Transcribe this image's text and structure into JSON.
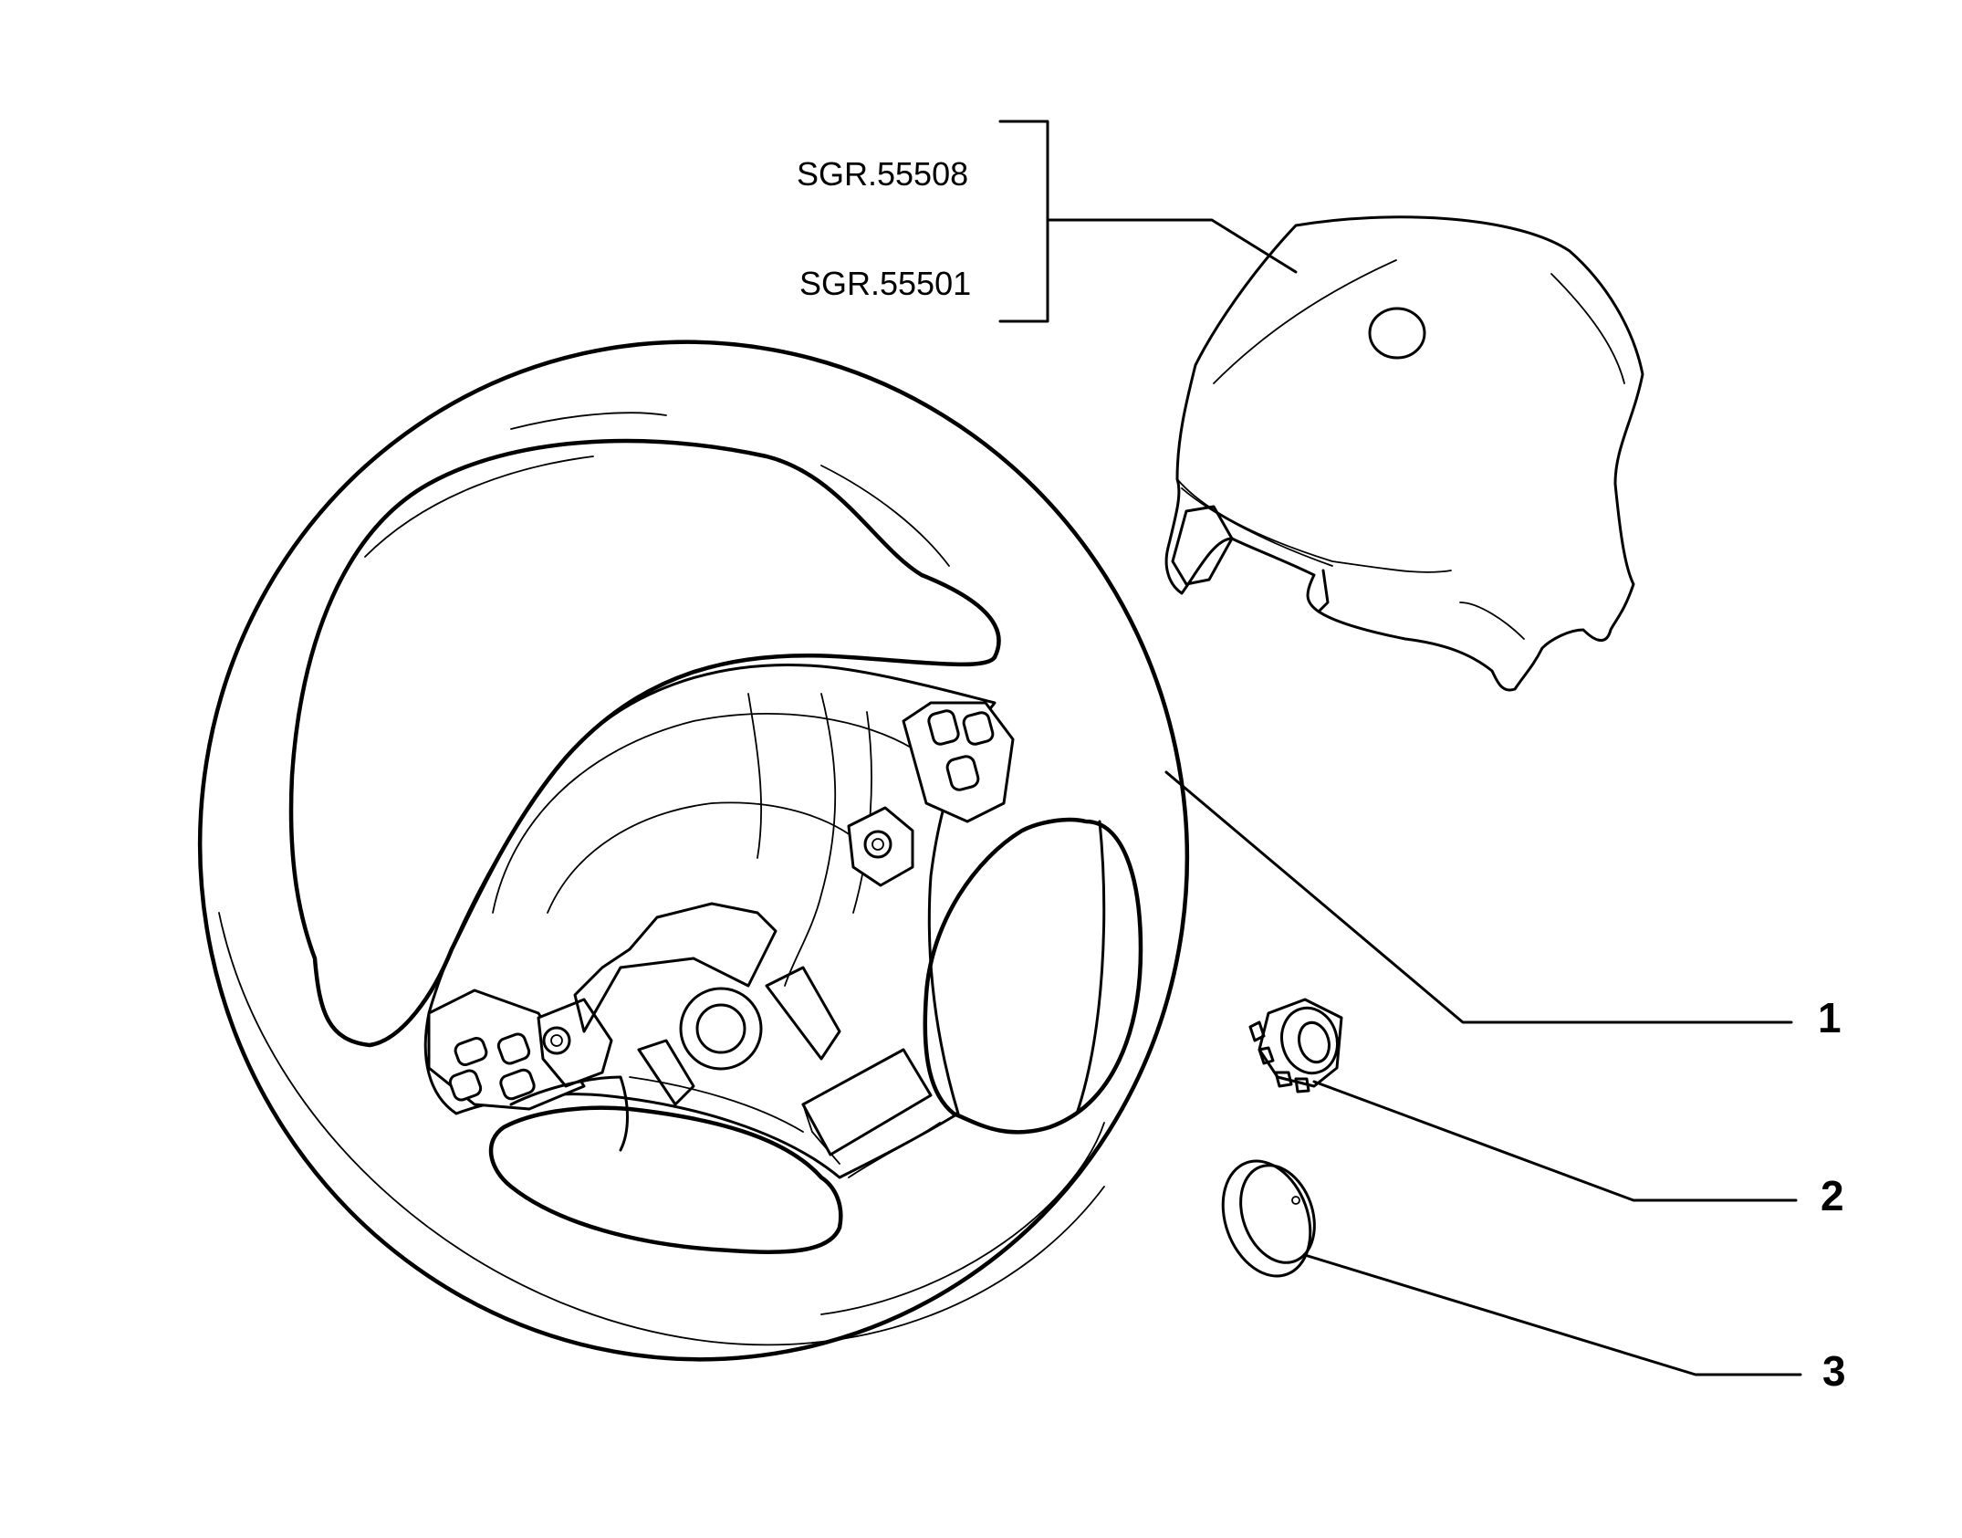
{
  "references": {
    "sgr_top": "SGR.55508",
    "sgr_bottom": "SGR.55501"
  },
  "callouts": [
    {
      "id": "1",
      "label": "1"
    },
    {
      "id": "2",
      "label": "2"
    },
    {
      "id": "3",
      "label": "3"
    }
  ],
  "colors": {
    "line": "#000000",
    "background": "#ffffff"
  }
}
